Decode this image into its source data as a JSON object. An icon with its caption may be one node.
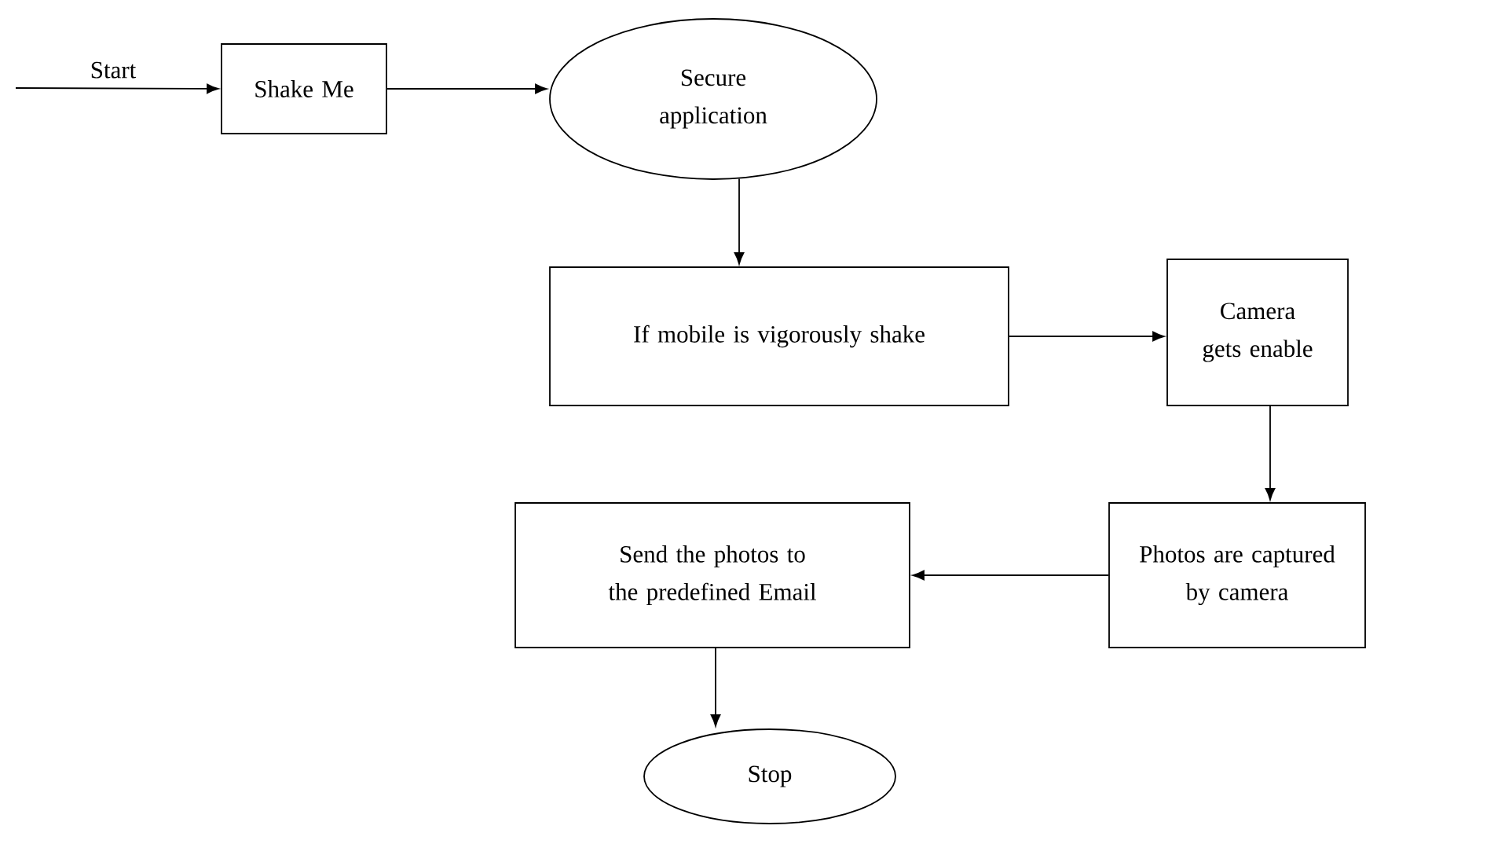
{
  "diagram": {
    "nodes": [
      {
        "text": [
          "Shake Me"
        ]
      },
      {
        "text": [
          "Secure application"
        ]
      },
      {
        "text": [
          "If mobile is vigorously shake"
        ]
      },
      {
        "text": [
          "Camera gets enable"
        ]
      },
      {
        "text": [
          "Photos are captured by camera"
        ]
      },
      {
        "text": [
          "Send the photos to the predefined Email"
        ]
      },
      {
        "text": [
          "Stop"
        ]
      }
    ],
    "edges": [
      {
        "from": null,
        "to": 0,
        "arrow": "to",
        "label": "Start"
      },
      {
        "from": 0,
        "to": 1,
        "arrow": "to"
      },
      {
        "from": 1,
        "to": 2,
        "arrow": "to"
      },
      {
        "from": 2,
        "to": 3,
        "arrow": "to"
      },
      {
        "from": 3,
        "to": 4,
        "arrow": "to"
      },
      {
        "from": 4,
        "to": 5,
        "arrow": "to"
      },
      {
        "from": 5,
        "to": 6,
        "arrow": "to"
      }
    ]
  }
}
